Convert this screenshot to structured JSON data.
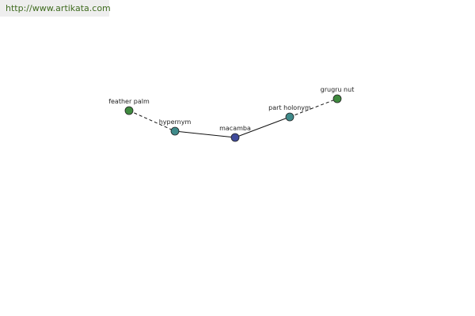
{
  "watermark": {
    "url": "http://www.artikata.com"
  },
  "graph": {
    "nodes": [
      {
        "id": "feather-palm",
        "label": "feather palm",
        "color": "#3f8a3f"
      },
      {
        "id": "hypernym",
        "label": "hypernym",
        "color": "#3f8a8a"
      },
      {
        "id": "macamba",
        "label": "macamba",
        "color": "#3f4a9a"
      },
      {
        "id": "part-holonym",
        "label": "part holonym",
        "color": "#3f8a8a"
      },
      {
        "id": "grugru-nut",
        "label": "grugru nut",
        "color": "#3f8a3f"
      }
    ],
    "edges": [
      {
        "from": "feather-palm",
        "to": "hypernym",
        "style": "dashed"
      },
      {
        "from": "hypernym",
        "to": "macamba",
        "style": "solid"
      },
      {
        "from": "macamba",
        "to": "part-holonym",
        "style": "solid"
      },
      {
        "from": "part-holonym",
        "to": "grugru-nut",
        "style": "dashed"
      }
    ]
  }
}
